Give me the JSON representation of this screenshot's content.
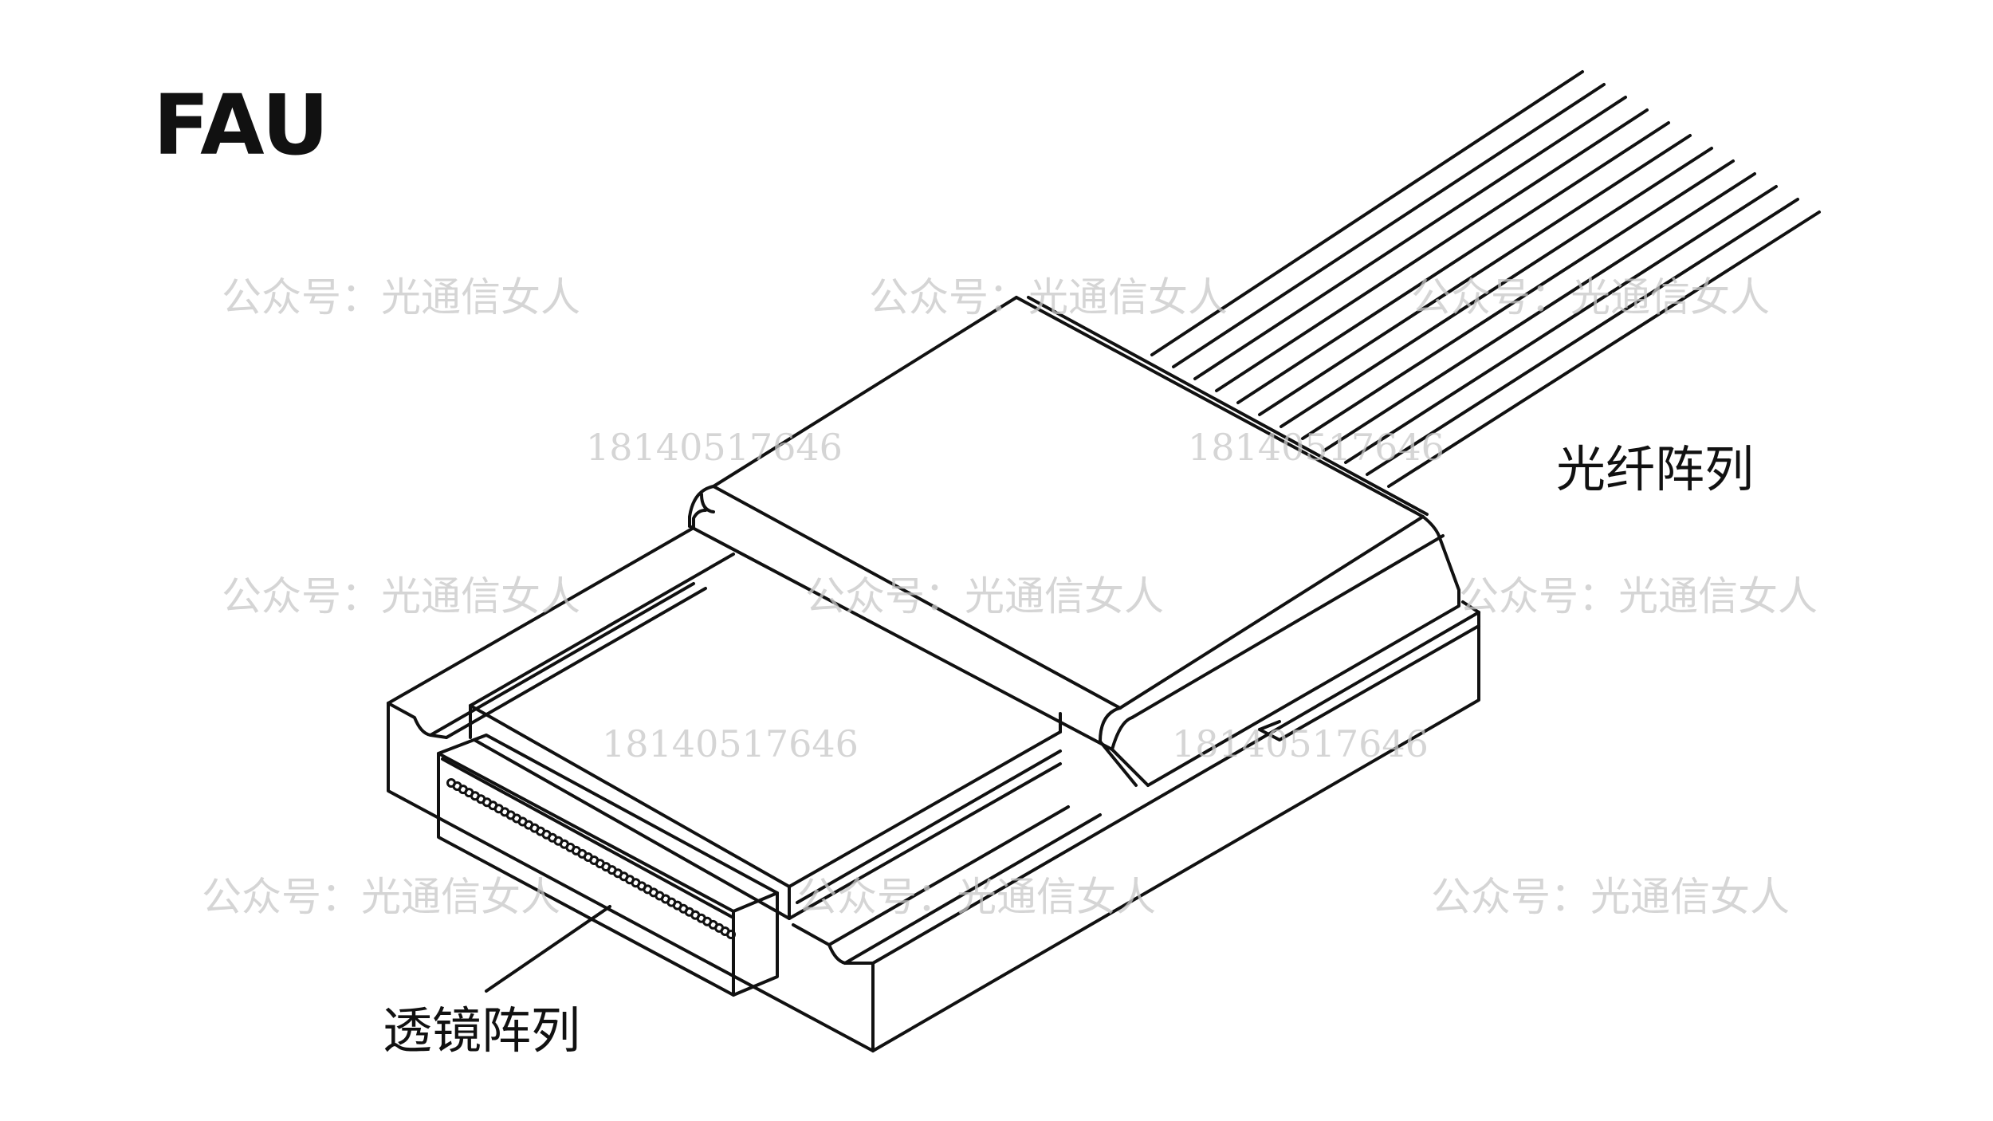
{
  "title": "FAU",
  "labels": {
    "fiber_array": "光纤阵列",
    "lens_array": "透镜阵列"
  },
  "watermarks": {
    "account": "公众号：光通信女人",
    "phone": "18140517646"
  },
  "colors": {
    "line": "#111111",
    "background": "#ffffff",
    "watermark": "#c8c8c8"
  }
}
